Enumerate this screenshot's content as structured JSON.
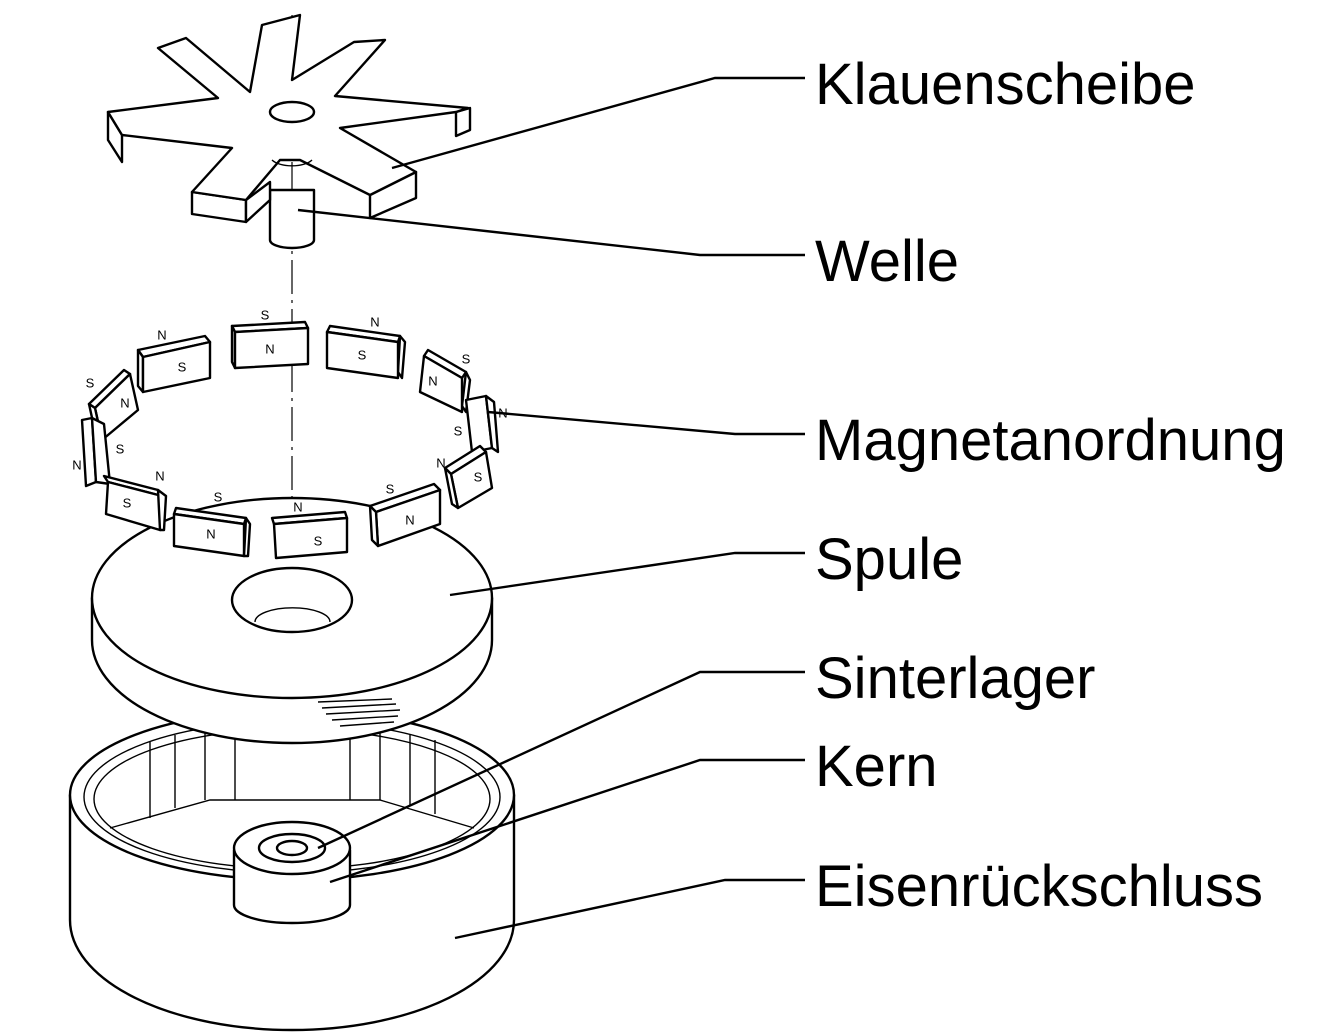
{
  "labels": {
    "klauenscheibe": "Klauenscheibe",
    "welle": "Welle",
    "magnetanordnung": "Magnetanordnung",
    "spule": "Spule",
    "sinterlager": "Sinterlager",
    "kern": "Kern",
    "eisenrueckschluss": "Eisenrückschluss"
  },
  "magnets": {
    "north": "N",
    "south": "S"
  }
}
